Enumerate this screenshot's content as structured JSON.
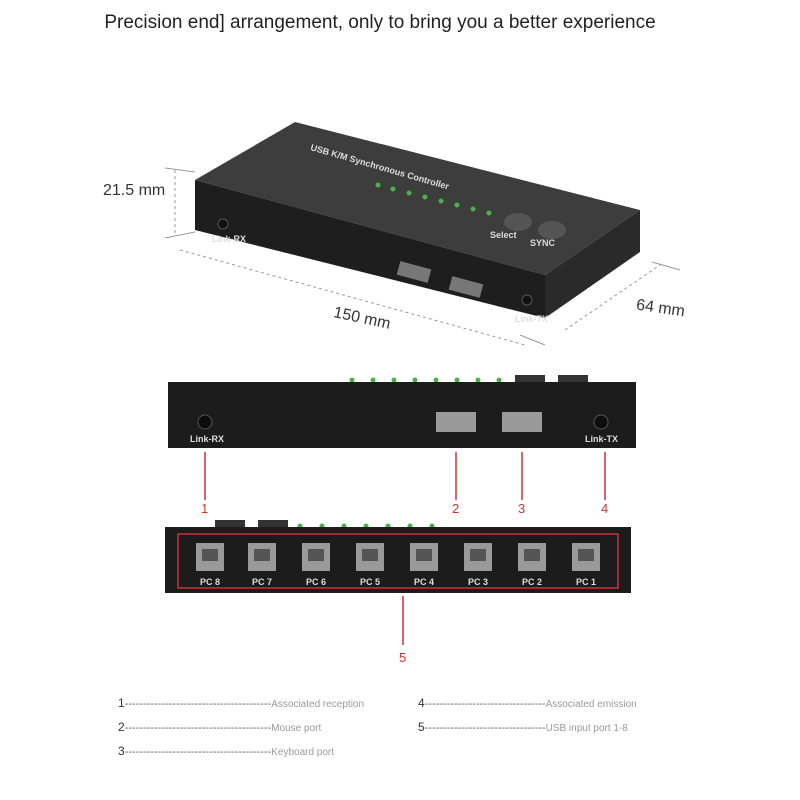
{
  "headline": "Precision end] arrangement, only to bring you a better experience",
  "dimensions": {
    "height": "21.5 mm",
    "length": "150 mm",
    "width": "64 mm"
  },
  "device": {
    "title": "USB K/M Synchronous Controller",
    "select_label": "Select",
    "sync_label": "SYNC",
    "link_rx": "Link-RX",
    "link_tx": "Link-TX",
    "ports": [
      "PC 8",
      "PC 7",
      "PC 6",
      "PC 5",
      "PC 4",
      "PC 3",
      "PC 2",
      "PC 1"
    ]
  },
  "callouts": [
    "1",
    "2",
    "3",
    "4",
    "5"
  ],
  "legend": [
    {
      "num": "1",
      "text": "Associated reception"
    },
    {
      "num": "2",
      "text": "Mouse port"
    },
    {
      "num": "3",
      "text": "Keyboard port"
    },
    {
      "num": "4",
      "text": "Associated emission"
    },
    {
      "num": "5",
      "text": "USB input port 1-8"
    }
  ]
}
